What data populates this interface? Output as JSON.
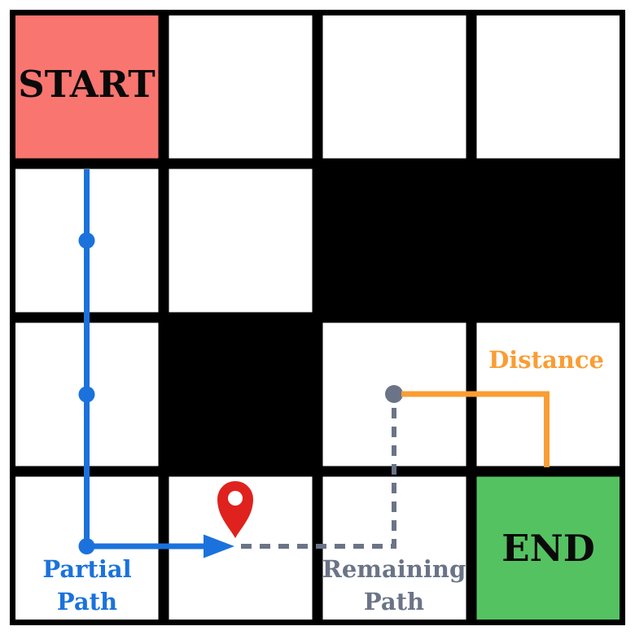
{
  "grid": {
    "rows": 4,
    "cols": 4,
    "line_color": "#000000",
    "background_color": "#ffffff",
    "wall_color": "#000000",
    "walls": [
      {
        "row": 1,
        "col": 2
      },
      {
        "row": 1,
        "col": 3
      },
      {
        "row": 2,
        "col": 1
      }
    ]
  },
  "cells": {
    "start": {
      "label": "START",
      "row": 0,
      "col": 0,
      "color": "#F97570"
    },
    "end": {
      "label": "END",
      "row": 3,
      "col": 3,
      "color": "#55C261"
    }
  },
  "legend": {
    "partial_path": {
      "line1": "Partial",
      "line2": "Path",
      "color": "#1B72DC"
    },
    "remaining_path": {
      "line1": "Remaining",
      "line2": "Path",
      "color": "#6B7487"
    },
    "distance": {
      "label": "Distance",
      "color": "#F99D35"
    }
  },
  "marker": {
    "pin_color": "#DF221E",
    "pin_hole_color": "#ffffff"
  },
  "paths": {
    "partial_path_points": [
      [
        0,
        0
      ],
      [
        1,
        0
      ],
      [
        2,
        0
      ],
      [
        3,
        0
      ],
      [
        3,
        1
      ]
    ],
    "remaining_path_points": [
      [
        3,
        1
      ],
      [
        3,
        2
      ],
      [
        2,
        2
      ]
    ],
    "distance_points": [
      [
        2,
        2
      ],
      [
        2,
        3
      ],
      [
        3,
        3
      ]
    ]
  }
}
